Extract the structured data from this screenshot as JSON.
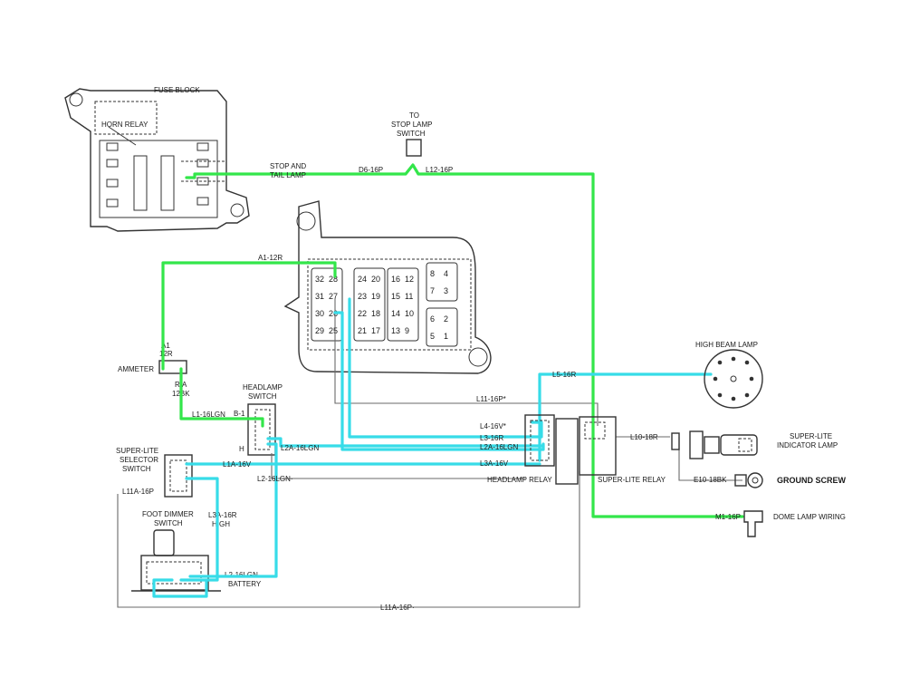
{
  "colors": {
    "highlight_green": "#33e64a",
    "highlight_cyan": "#37dce8",
    "line": "#333333"
  },
  "labels": {
    "fuse_block": "FUSE BLOCK",
    "horn_relay": "HORN RELAY",
    "to_stop_lamp_switch": [
      "TO",
      "STOP LAMP",
      "SWITCH"
    ],
    "stop_and_tail_lamp": [
      "STOP AND",
      "TAIL LAMP"
    ],
    "d6_16p": "D6-16P",
    "l12_16p": "L12-16P",
    "a1_12r_top": "A1-12R",
    "ammeter": "AMMETER",
    "a1_12r_amm": [
      "A1",
      "12R"
    ],
    "r_a": "R/A",
    "r_a_wire": "12BK",
    "l1_16lgn": "L1-16LGN",
    "headlamp_switch": [
      "HEADLAMP",
      "SWITCH"
    ],
    "b1": "B-1",
    "h": "H",
    "l2a_16lgn": "L2A-16LGN",
    "l2_16lgn": "L2-16LGN·",
    "l11_16p": "L11-16P*",
    "l4_16v": "L4-16V*",
    "l3_16r": "L3-16R",
    "l5_16r": "L5-16R",
    "l3a_16v": "L3A-16V",
    "headlamp_relay": "HEADLAMP RELAY",
    "super_lite_relay": "SUPER-LITE RELAY",
    "l10_18r": "L10-18R",
    "e10_18bk": "E10-18BK",
    "high_beam_lamp": "HIGH BEAM LAMP",
    "super_lite_indicator": [
      "SUPER-LITE",
      "INDICATOR LAMP"
    ],
    "ground_screw": "GROUND SCREW",
    "dome_lamp_wiring": "DOME LAMP WIRING",
    "m1_16p": "M1-16P",
    "super_lite_selector": [
      "SUPER-LITE",
      "SELECTOR",
      "SWITCH"
    ],
    "l11a_16p_left": "L11A-16P",
    "l1a_16v": "L1A-16V",
    "foot_dimmer": [
      "FOOT DIMMER",
      "SWITCH"
    ],
    "l3a_16r_high": [
      "L3A-16R",
      "HIGH"
    ],
    "battery": [
      "L2-16LGN",
      "BATTERY"
    ],
    "l11a_16p_bottom": "L11A-16P·"
  },
  "connector_pins": [
    [
      "32",
      "28"
    ],
    [
      "31",
      "27"
    ],
    [
      "30",
      "26"
    ],
    [
      "29",
      "25"
    ],
    [
      "24",
      "20"
    ],
    [
      "23",
      "19"
    ],
    [
      "22",
      "18"
    ],
    [
      "21",
      "17"
    ],
    [
      "16",
      "12"
    ],
    [
      "15",
      "11"
    ],
    [
      "14",
      "10"
    ],
    [
      "13",
      "9"
    ],
    [
      "8",
      "4"
    ],
    [
      "7",
      "3"
    ],
    [
      "6",
      "2"
    ],
    [
      "5",
      "1"
    ]
  ]
}
